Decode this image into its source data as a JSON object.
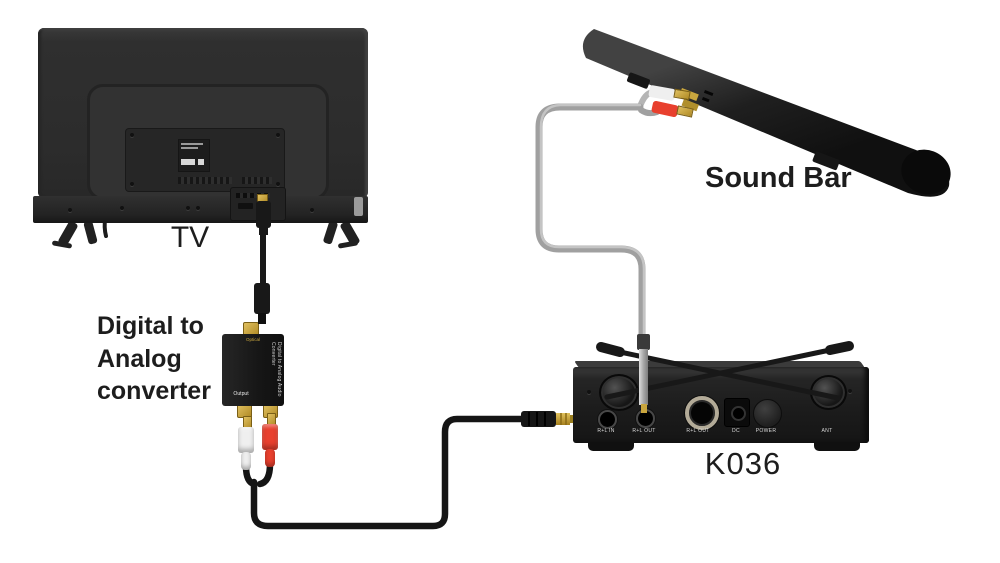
{
  "diagram": {
    "labels": {
      "tv": "TV",
      "converter": "Digital to\nAnalog\nconverter",
      "soundbar": "Sound Bar",
      "receiver": "K036"
    },
    "k036": {
      "ports": [
        "R+L IN",
        "R+L OUT",
        "R+L OUT",
        "DC",
        "POWER",
        "ANT"
      ]
    },
    "converter": {
      "top_label": "Optical",
      "side_label": "Digital to Analog Audio Converter",
      "output_label": "Output"
    },
    "colors": {
      "rca_red": "#e8402e",
      "rca_white": "#efefef",
      "connector_gold": "#c9a63e",
      "cable_gray": "#a0a0a0",
      "cable_black": "#151515",
      "device_black": "#1b1b1b",
      "background": "#ffffff"
    }
  }
}
